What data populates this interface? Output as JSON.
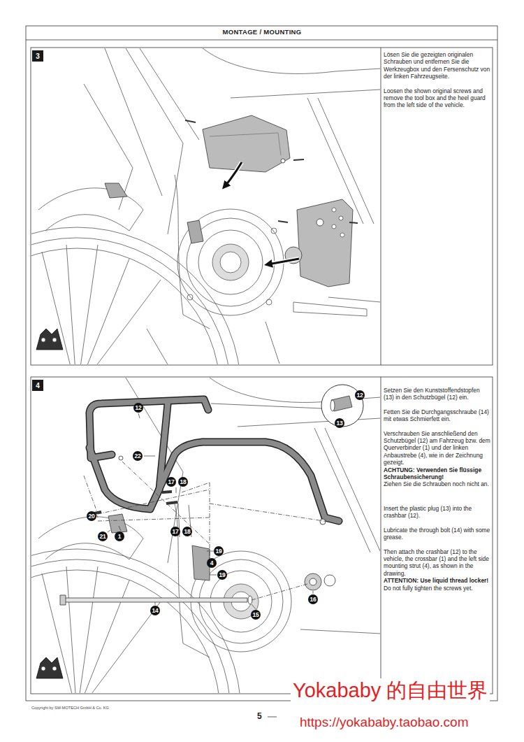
{
  "diagram": {
    "title": "MONTAGE / MOUNTING",
    "nodes": [
      {
        "text": [
          "3"
        ]
      },
      {
        "text": [
          "Lösen Sie die gezeigten originalen Schrauben und entfernen Sie die Werkzeugbox und den Fersenschutz von der linken Fahrzeugseite.",
          "Loosen the shown original screws and remove the tool box and the heel guard from the left side of the vehicle."
        ]
      },
      {
        "text": [
          "4"
        ]
      },
      {
        "text": [
          "Setzen Sie den Kunststoffendstopfen (13) in den Schutzbügel (12) ein.",
          "Fetten Sie die Durchgangsschraube (14) mit etwas Schmierfett ein.",
          "Verschrauben Sie anschließend den Schutzbügel (12) am Fahrzeug bzw. dem Querverbinder (1) und der linken Anbaustrebe (4), wie in der Zeichnung gezeigt.",
          "ACHTUNG: Verwenden Sie flüssige Schraubensicherung!",
          "Ziehen Sie die Schrauben noch nicht an.",
          "Insert the plastic plug (13) into the crashbar (12).",
          "Lubricate the through bolt (14) with some grease.",
          "Then attach the crashbar (12) to the vehicle, the crossbar (1) and the left side mounting strut (4), as shown in the drawing.",
          "ATTENTION: Use liquid thread locker!",
          "Do not fully tighten the screws yet."
        ]
      }
    ],
    "labels": [
      "12",
      "12",
      "13",
      "22",
      "17",
      "18",
      "17",
      "18",
      "19",
      "20",
      "21",
      "1",
      "4",
      "19",
      "16",
      "14",
      "15",
      "Copyright by SW-MOTECH GmbH & Co. KG",
      "5",
      "Yokababy 的自由世界",
      "https://yokababy.taobao.com"
    ]
  }
}
